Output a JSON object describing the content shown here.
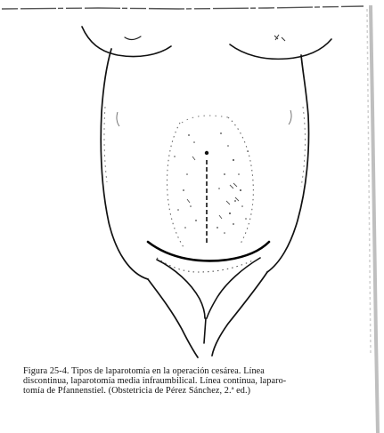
{
  "figure": {
    "caption_lines": [
      "Figura 25-4. Tipos de laparotomía en la operación cesárea. Línea",
      "discontinua, laparotomía media infraumbilical. Línea continua, laparo-",
      "tomía de Pfannenstiel. (Obstetricia de Pérez Sánchez, 2.ª ed.)"
    ]
  }
}
